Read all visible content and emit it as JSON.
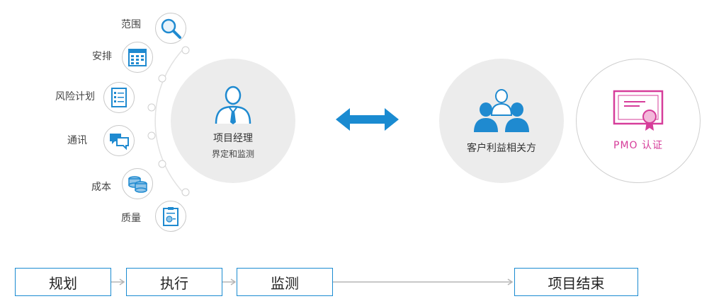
{
  "left_items": [
    {
      "label": "范围",
      "icon": "magnifier-icon"
    },
    {
      "label": "安排",
      "icon": "calendar-icon"
    },
    {
      "label": "风险计划",
      "icon": "checklist-icon"
    },
    {
      "label": "通讯",
      "icon": "chat-bubbles-icon"
    },
    {
      "label": "成本",
      "icon": "coins-icon"
    },
    {
      "label": "质量",
      "icon": "clipboard-badge-icon"
    }
  ],
  "project_manager": {
    "title": "项目经理",
    "subtitle": "界定和监测"
  },
  "stakeholders": {
    "title": "客户利益相关方"
  },
  "pmo": {
    "title": "PMO 认证"
  },
  "stages": [
    {
      "label": "规划"
    },
    {
      "label": "执行"
    },
    {
      "label": "监测"
    },
    {
      "label": "项目结束"
    }
  ],
  "colors": {
    "accent": "#1a8bd1",
    "icon_blue": "#1f8ad0",
    "pmo_pink": "#d63d9a",
    "gray_circle": "#ececec"
  }
}
